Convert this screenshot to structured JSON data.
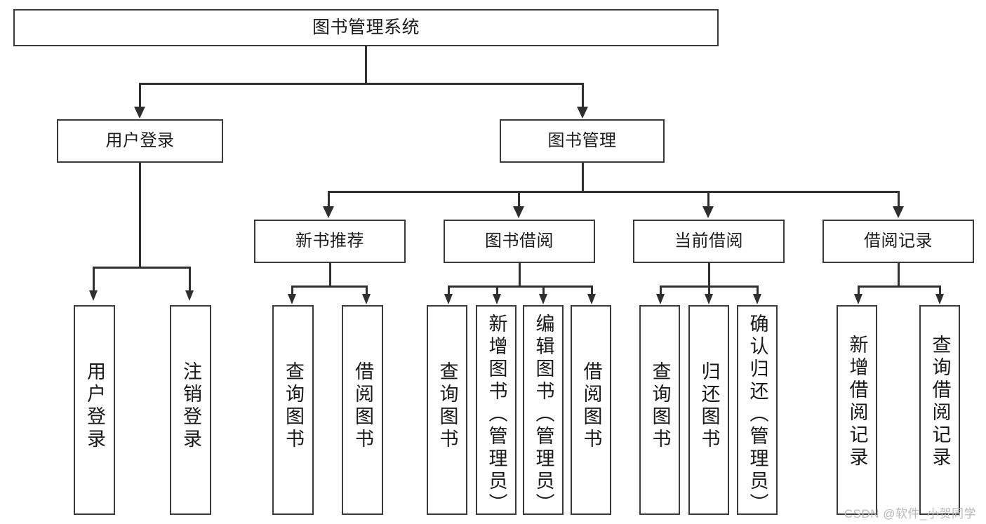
{
  "diagram": {
    "type": "tree",
    "title": "图书管理系统",
    "root": {
      "label": "图书管理系统"
    },
    "level2": [
      {
        "label": "用户登录"
      },
      {
        "label": "图书管理"
      }
    ],
    "level3": [
      {
        "label": "新书推荐"
      },
      {
        "label": "图书借阅"
      },
      {
        "label": "当前借阅"
      },
      {
        "label": "借阅记录"
      }
    ],
    "leaves": {
      "login": [
        {
          "label": "用户登录"
        },
        {
          "label": "注销登录"
        }
      ],
      "new_books": [
        {
          "label": "查询图书"
        },
        {
          "label": "借阅图书"
        }
      ],
      "book_borrow": [
        {
          "label": "查询图书"
        },
        {
          "label": "新增图书（管理员）"
        },
        {
          "label": "编辑图书（管理员）"
        },
        {
          "label": "借阅图书"
        }
      ],
      "current_borrow": [
        {
          "label": "查询图书"
        },
        {
          "label": "归还图书"
        },
        {
          "label": "确认归还（管理员）"
        }
      ],
      "borrow_record": [
        {
          "label": "新增借阅记录"
        },
        {
          "label": "查询借阅记录"
        }
      ]
    }
  },
  "watermark": {
    "text": "CSDN @软件_小贺同学"
  },
  "colors": {
    "box_border": "#3a3a3a",
    "line": "#2f2f2f",
    "background": "#ffffff",
    "text": "#1a1a1a",
    "watermark": "#b9b9b9"
  }
}
